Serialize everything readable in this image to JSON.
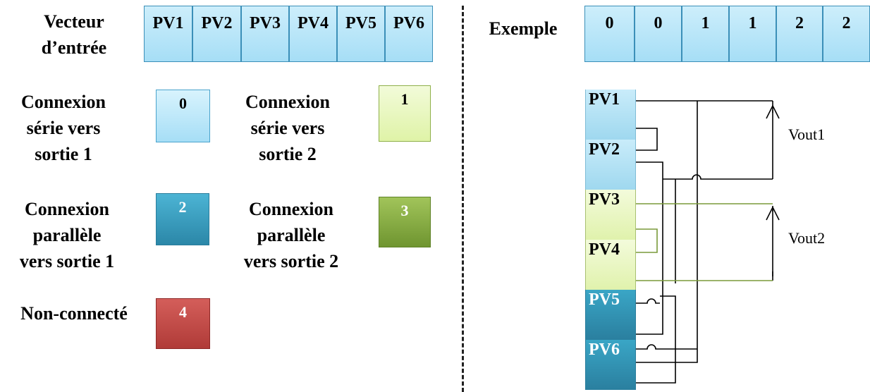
{
  "left": {
    "input_vector_label": [
      "Vecteur",
      "d’entrée"
    ],
    "input_vector_cells": [
      "PV1",
      "PV2",
      "PV3",
      "PV4",
      "PV5",
      "PV6"
    ],
    "legend": [
      {
        "lines": [
          "Connexion",
          "série vers",
          "sortie 1"
        ],
        "code": "0"
      },
      {
        "lines": [
          "Connexion",
          "série vers",
          "sortie 2"
        ],
        "code": "1"
      },
      {
        "lines": [
          "Connexion",
          "parallèle",
          "vers sortie 1"
        ],
        "code": "2"
      },
      {
        "lines": [
          "Connexion",
          "parallèle",
          "vers sortie 2"
        ],
        "code": "3"
      },
      {
        "lines": [
          "Non-connecté"
        ],
        "code": "4"
      }
    ]
  },
  "right": {
    "example_label": "Exemple",
    "example_vector": [
      "0",
      "0",
      "1",
      "1",
      "2",
      "2"
    ],
    "panels": [
      "PV1",
      "PV2",
      "PV3",
      "PV4",
      "PV5",
      "PV6"
    ],
    "outputs": [
      "Vout1",
      "Vout2"
    ]
  },
  "colors": {
    "series_1": "#a6def6",
    "series_2": "#dff3a7",
    "parallel_1": "#2b87a8",
    "parallel_2": "#6f9530",
    "disconnected": "#b03b38",
    "green_wire": "#7a9a3a"
  }
}
